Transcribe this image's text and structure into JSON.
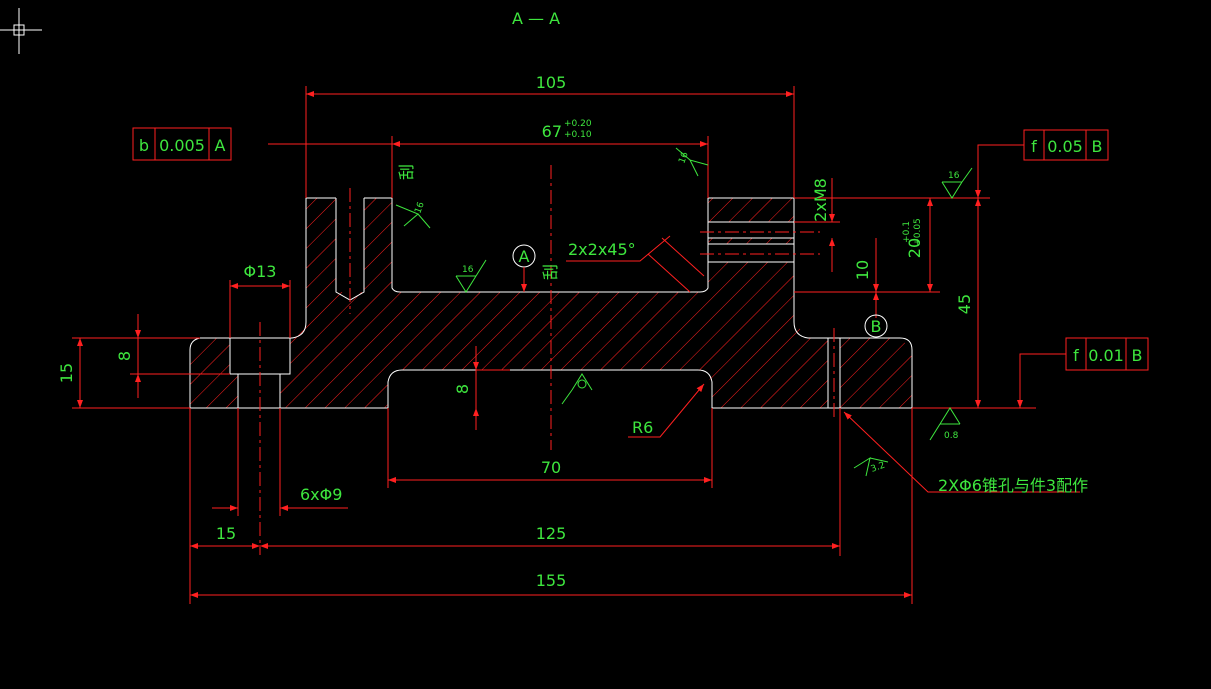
{
  "drawing": {
    "section_title": "A — A",
    "colors": {
      "background": "#000000",
      "dimension": "#ff2020",
      "outline": "#ffffff",
      "text": "#3ee63e"
    }
  },
  "dimensions": {
    "d105": "105",
    "d67": "67",
    "d67_tol_upper": "+0.20",
    "d67_tol_lower": "+0.10",
    "d2xM8": "2xM8",
    "d20": "20",
    "d20_tol_upper": "+0.1",
    "d20_tol_lower": "+0.05",
    "d10": "10",
    "d45": "45",
    "phi13": "Φ13",
    "d15_left": "15",
    "d8_left": "8",
    "d8_slot": "8",
    "chamfer": "2x2x45°",
    "r6": "R6",
    "d70": "70",
    "holes_6x": "6xΦ9",
    "d15_bottom": "15",
    "d125": "125",
    "d155": "155",
    "cone_holes": "2XΦ6锥孔与件3配作"
  },
  "tolerance_frames": {
    "left": {
      "symbol": "b",
      "value": "0.005",
      "datum": "A"
    },
    "right_top": {
      "symbol": "f",
      "value": "0.05",
      "datum": "B"
    },
    "right_mid": {
      "symbol": "f",
      "value": "0.01",
      "datum": "B"
    }
  },
  "datums": {
    "a": "A",
    "b": "B"
  },
  "surface": {
    "scrape": "刮",
    "r16": "16",
    "r08": "0.8",
    "r32": "3.2"
  }
}
